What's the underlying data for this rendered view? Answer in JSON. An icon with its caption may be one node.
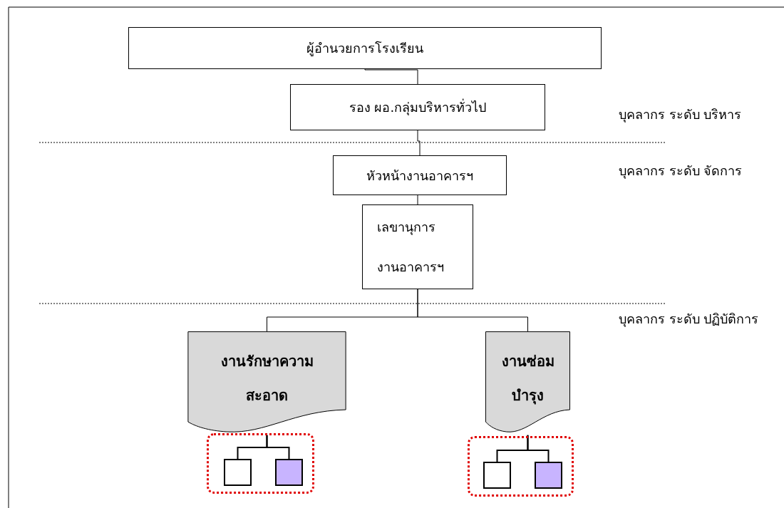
{
  "diagram": {
    "nodes": [
      {
        "text": [
          "ผู้อำนวยการโรงเรียน"
        ]
      },
      {
        "text": [
          "รอง ผอ.กลุ่มบริหารทั่วไป"
        ]
      },
      {
        "text": [
          "หัวหน้างานอาคารฯ"
        ]
      },
      {
        "text": [
          "เลขานุการ งานอาคารฯ"
        ]
      },
      {
        "text": [
          "งานรักษาความ สะอาด"
        ]
      },
      {
        "text": [
          "งานซ่อม บำรุง"
        ]
      },
      {
        "text": [],
        "shape": "box"
      },
      {
        "text": [],
        "shape": "box",
        "in": 6
      },
      {
        "text": [],
        "shape": "box",
        "in": 6
      },
      {
        "text": [],
        "shape": "box"
      },
      {
        "text": [],
        "shape": "box",
        "in": 9
      },
      {
        "text": [],
        "shape": "box",
        "in": 9
      }
    ],
    "edges": [
      {
        "from": 0,
        "to": 1,
        "arrow": "none"
      },
      {
        "from": 1,
        "to": 2,
        "arrow": "none"
      },
      {
        "from": 2,
        "to": 3,
        "arrow": "none"
      },
      {
        "from": 3,
        "to": 4,
        "arrow": "none"
      },
      {
        "from": 3,
        "to": 5,
        "arrow": "none"
      },
      {
        "from": 4,
        "to": 7,
        "arrow": "none"
      },
      {
        "from": 4,
        "to": 8,
        "arrow": "none"
      },
      {
        "from": 5,
        "to": 10,
        "arrow": "none"
      },
      {
        "from": 5,
        "to": 11,
        "arrow": "none"
      }
    ],
    "labels": [
      "บุคลากร ระดับ บริหาร",
      "บุคลากร ระดับ จัดการ",
      "บุคลากร ระดับ ปฏิบัติการ"
    ]
  }
}
